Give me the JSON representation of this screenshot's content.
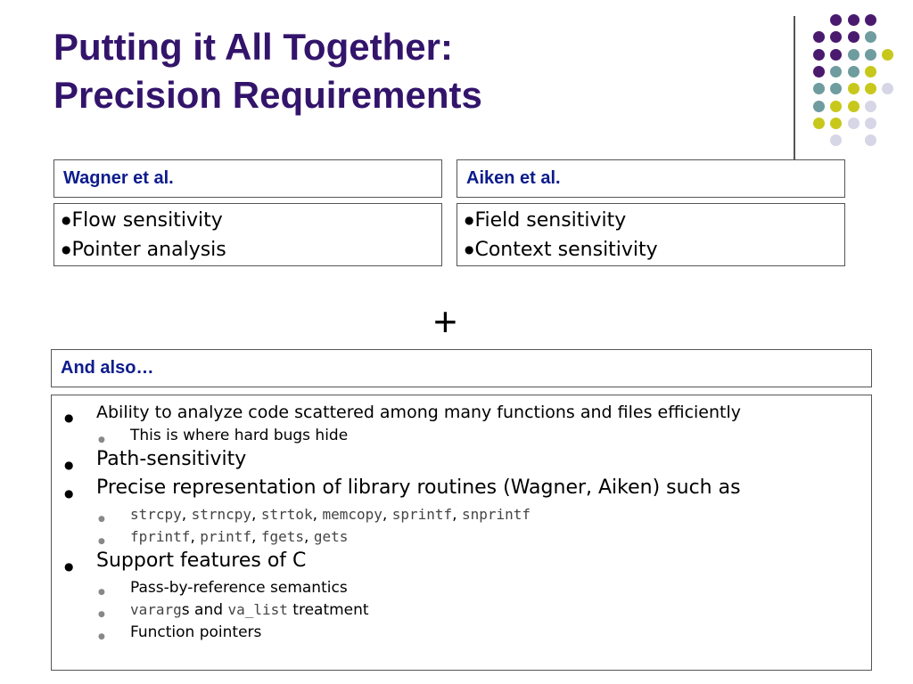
{
  "title": {
    "line1": "Putting it All Together:",
    "line2": "Precision Requirements"
  },
  "colors": {
    "title": "#33146b",
    "heading": "#0d1c8c",
    "dot_purple": "#4a1a6e",
    "dot_teal": "#6f9c9e",
    "dot_yellow": "#c8c81c",
    "dot_lilac": "#d6d6e6"
  },
  "wagner": {
    "heading": "Wagner et al.",
    "items": [
      "Flow sensitivity",
      "Pointer analysis"
    ]
  },
  "aiken": {
    "heading": "Aiken et al.",
    "items": [
      "Field sensitivity",
      "Context sensitivity"
    ]
  },
  "plus": "+",
  "also": {
    "heading": "And also…",
    "item1": "Ability to analyze code scattered among many functions and files efficiently",
    "item1_sub": "This is where hard bugs hide",
    "item2": "Path-sensitivity",
    "item3": "Precise representation of library routines (Wagner, Aiken) such as",
    "item3_sub1": [
      "strcpy",
      "strncpy",
      "strtok",
      "memcopy",
      "sprintf",
      "snprintf"
    ],
    "item3_sub2": [
      "fprintf",
      "printf",
      "fgets",
      "gets"
    ],
    "item4": "Support features of C",
    "item4_sub1": "Pass-by-reference semantics",
    "item4_sub2_code1": "vararg",
    "item4_sub2_text1": "s and ",
    "item4_sub2_code2": "va_list",
    "item4_sub2_text2": " treatment",
    "item4_sub3": "Function pointers"
  }
}
